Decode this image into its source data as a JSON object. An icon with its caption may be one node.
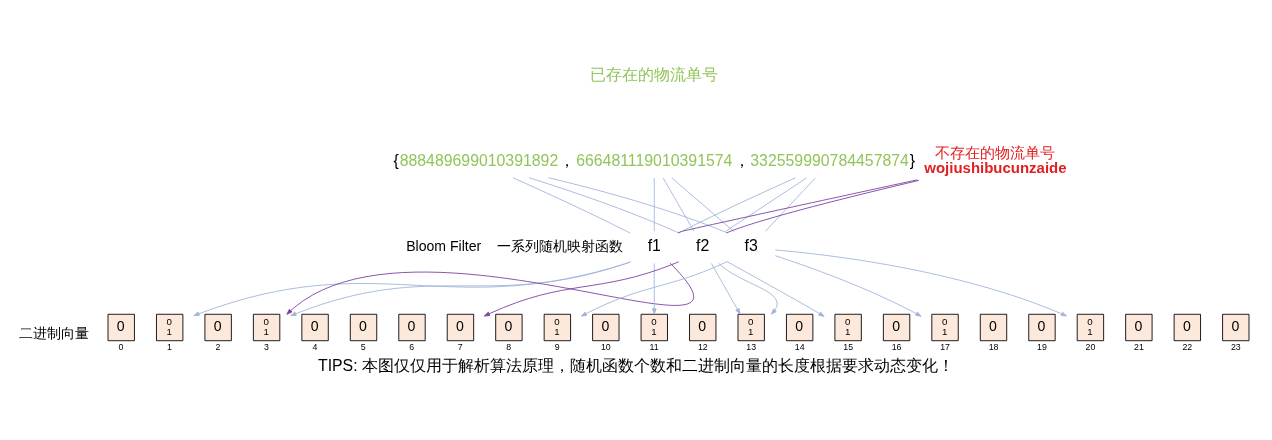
{
  "diagram": {
    "caption": "TIPS: 本图仅仅用于解析算法原理，随机函数个数和二进制向量的长度根据要求动态变化！",
    "nodes": [
      {
        "text": [
          "888489699010391892"
        ]
      },
      {
        "text": [
          "666481119010391574"
        ]
      },
      {
        "text": [
          "332559990784457874"
        ]
      },
      {
        "text": [
          "不存在的物流单号",
          "wojiushibucunzaide"
        ]
      },
      {
        "text": [
          "f1"
        ]
      },
      {
        "text": [
          "f2"
        ]
      },
      {
        "text": [
          "f3"
        ]
      },
      {
        "text": [
          "0"
        ],
        "beside": [
          "0"
        ]
      },
      {
        "text": [
          "0",
          "1"
        ],
        "beside": [
          "1"
        ]
      },
      {
        "text": [
          "0"
        ],
        "beside": [
          "2"
        ]
      },
      {
        "text": [
          "0",
          "1"
        ],
        "beside": [
          "3"
        ]
      },
      {
        "text": [
          "0"
        ],
        "beside": [
          "4"
        ]
      },
      {
        "text": [
          "0"
        ],
        "beside": [
          "5"
        ]
      },
      {
        "text": [
          "0"
        ],
        "beside": [
          "6"
        ]
      },
      {
        "text": [
          "0"
        ],
        "beside": [
          "7"
        ]
      },
      {
        "text": [
          "0"
        ],
        "beside": [
          "8"
        ]
      },
      {
        "text": [
          "0",
          "1"
        ],
        "beside": [
          "9"
        ]
      },
      {
        "text": [
          "0"
        ],
        "beside": [
          "10"
        ]
      },
      {
        "text": [
          "0",
          "1"
        ],
        "beside": [
          "11"
        ]
      },
      {
        "text": [
          "0"
        ],
        "beside": [
          "12"
        ]
      },
      {
        "text": [
          "0",
          "1"
        ],
        "beside": [
          "13"
        ]
      },
      {
        "text": [
          "0"
        ],
        "beside": [
          "14"
        ]
      },
      {
        "text": [
          "0",
          "1"
        ],
        "beside": [
          "15"
        ]
      },
      {
        "text": [
          "0"
        ],
        "beside": [
          "16"
        ]
      },
      {
        "text": [
          "0",
          "1"
        ],
        "beside": [
          "17"
        ]
      },
      {
        "text": [
          "0"
        ],
        "beside": [
          "18"
        ]
      },
      {
        "text": [
          "0"
        ],
        "beside": [
          "19"
        ]
      },
      {
        "text": [
          "0",
          "1"
        ],
        "beside": [
          "20"
        ]
      },
      {
        "text": [
          "0"
        ],
        "beside": [
          "21"
        ]
      },
      {
        "text": [
          "0"
        ],
        "beside": [
          "22"
        ]
      },
      {
        "text": [
          "0"
        ],
        "beside": [
          "23"
        ]
      }
    ],
    "edges": [
      {
        "from": 0,
        "to": 4,
        "arrow": "none"
      },
      {
        "from": 0,
        "to": 5,
        "arrow": "none"
      },
      {
        "from": 0,
        "to": 6,
        "arrow": "none"
      },
      {
        "from": 1,
        "to": 4,
        "arrow": "none"
      },
      {
        "from": 1,
        "to": 5,
        "arrow": "none"
      },
      {
        "from": 1,
        "to": 6,
        "arrow": "none"
      },
      {
        "from": 2,
        "to": 4,
        "arrow": "none"
      },
      {
        "from": 2,
        "to": 5,
        "arrow": "none"
      },
      {
        "from": 2,
        "to": 6,
        "arrow": "none"
      },
      {
        "from": 4,
        "to": 8,
        "arrow": "to"
      },
      {
        "from": 4,
        "to": 10,
        "arrow": "to"
      },
      {
        "from": 4,
        "to": 18,
        "arrow": "to"
      },
      {
        "from": 5,
        "to": 20,
        "arrow": "to"
      },
      {
        "from": 5,
        "to": 20,
        "arrow": "to"
      },
      {
        "from": 5,
        "to": 22,
        "arrow": "to"
      },
      {
        "from": 6,
        "to": 16,
        "arrow": "to"
      },
      {
        "from": 6,
        "to": 24,
        "arrow": "to"
      },
      {
        "from": 6,
        "to": 27,
        "arrow": "to"
      },
      {
        "from": 3,
        "to": 4,
        "arrow": "none",
        "color": "#7b3fa0"
      },
      {
        "from": 4,
        "to": 10,
        "arrow": "to",
        "color": "#7b3fa0"
      },
      {
        "from": 3,
        "to": 5,
        "arrow": "none",
        "color": "#7b3fa0"
      },
      {
        "from": 5,
        "to": 14,
        "arrow": "to",
        "color": "#7b3fa0"
      }
    ],
    "labels": [
      "已存在的物流单号",
      "{",
      "，",
      "，",
      "}",
      "Bloom Filter",
      "一系列随机映射函数",
      "二进制向量"
    ]
  }
}
